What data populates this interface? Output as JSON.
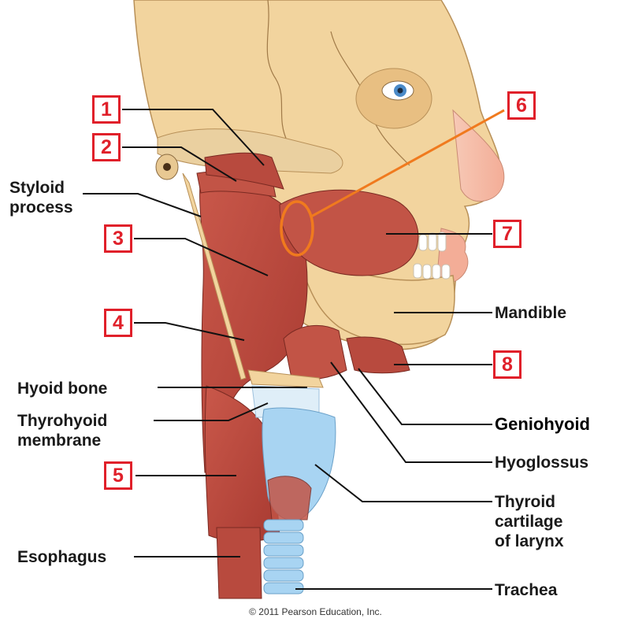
{
  "labels": {
    "styloid_process": "Styloid\nprocess",
    "hyoid_bone": "Hyoid bone",
    "thyrohyoid_membrane": "Thyrohyoid\nmembrane",
    "esophagus": "Esophagus",
    "mandible": "Mandible",
    "geniohyoid": "Geniohyoid",
    "hyoglossus": "Hyoglossus",
    "thyroid_cartilage": "Thyroid\ncartilage\nof larynx",
    "trachea": "Trachea"
  },
  "markers": {
    "m1": "1",
    "m2": "2",
    "m3": "3",
    "m4": "4",
    "m5": "5",
    "m6": "6",
    "m7": "7",
    "m8": "8"
  },
  "credit": "© 2011 Pearson Education, Inc.",
  "colors": {
    "marker_red": "#e0202a",
    "highlight_orange": "#f07a1e",
    "bone": "#f2d49e",
    "muscle": "#b7463b",
    "cartilage": "#a8d4f2"
  }
}
